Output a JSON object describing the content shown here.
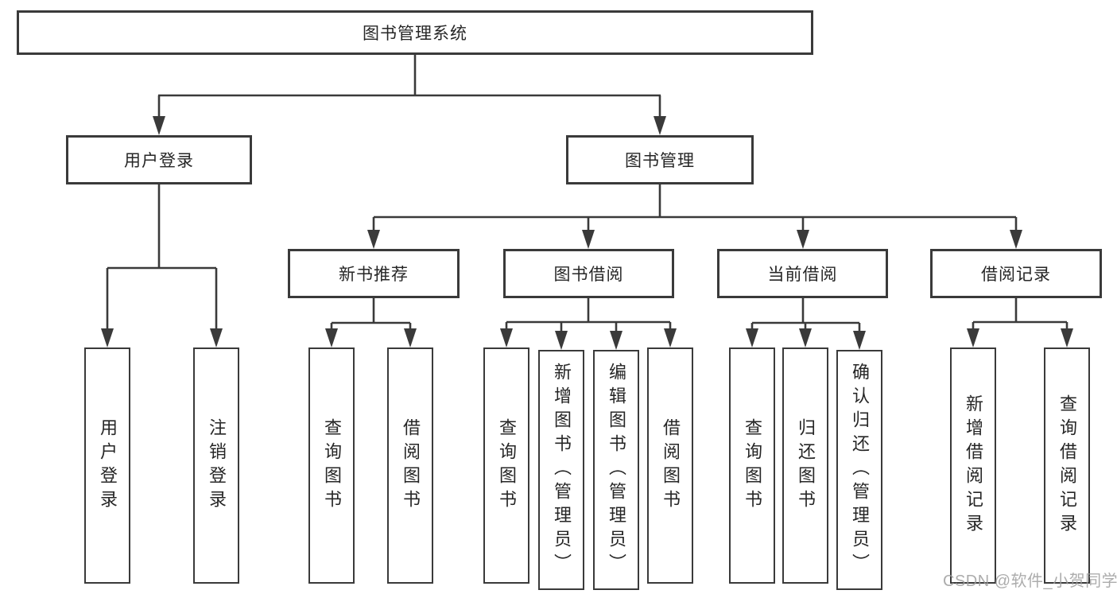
{
  "colors": {
    "line": "#3a3a3a",
    "box_border": "#3a3a3a",
    "text": "#262626",
    "background": "#ffffff",
    "watermark": "#9e9e9e"
  },
  "diagram": {
    "root": {
      "label": "图书管理系统"
    },
    "branches": [
      {
        "label": "用户登录",
        "children": [
          {
            "label": "用户登录"
          },
          {
            "label": "注销登录"
          }
        ]
      },
      {
        "label": "图书管理",
        "children": [
          {
            "label": "新书推荐",
            "children": [
              {
                "label": "查询图书"
              },
              {
                "label": "借阅图书"
              }
            ]
          },
          {
            "label": "图书借阅",
            "children": [
              {
                "label": "查询图书"
              },
              {
                "label": "新增图书（管理员）"
              },
              {
                "label": "编辑图书（管理员）"
              },
              {
                "label": "借阅图书"
              }
            ]
          },
          {
            "label": "当前借阅",
            "children": [
              {
                "label": "查询图书"
              },
              {
                "label": "归还图书"
              },
              {
                "label": "确认归还（管理员）"
              }
            ]
          },
          {
            "label": "借阅记录",
            "children": [
              {
                "label": "新增借阅记录"
              },
              {
                "label": "查询借阅记录"
              }
            ]
          }
        ]
      }
    ]
  },
  "watermark": {
    "label": "CSDN @软件_小贺同学"
  }
}
